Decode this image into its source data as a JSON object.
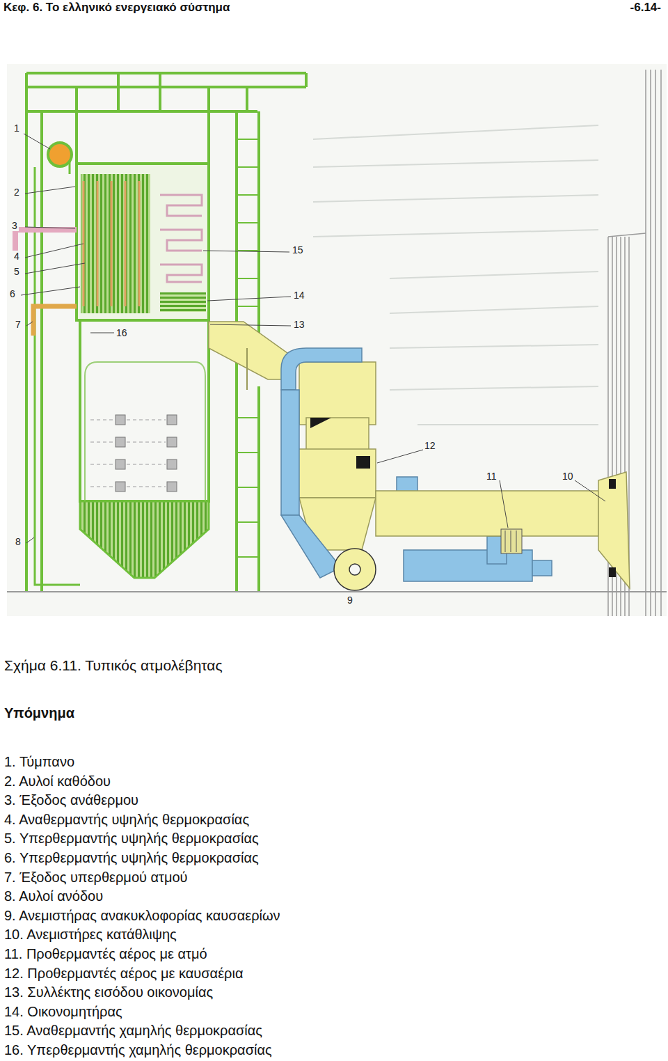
{
  "diagram": {
    "caption": "Σχήμα 6.11. Τυπικός ατμολέβητας",
    "labels": [
      "Κεφ. 6. Το ελληνικό ενεργειακό σύστημα",
      "-6.14-",
      "1",
      "2",
      "3",
      "4",
      "5",
      "6",
      "7",
      "8",
      "9",
      "10",
      "11",
      "12",
      "13",
      "14",
      "15",
      "16",
      "Υπόμνημα",
      "1. Τύμπανο",
      "2. Αυλοί καθόδου",
      "3. Έξοδος ανάθερμου",
      "4. Αναθερμαντής υψηλής θερμοκρασίας",
      "5. Υπερθερμαντής υψηλής θερμοκρασίας",
      "6. Υπερθερμαντής υψηλής θερμοκρασίας",
      "7. Έξοδος υπερθερμού ατμού",
      "8. Αυλοί ανόδου",
      "9. Ανεμιστήρας ανακυκλοφορίας καυσαερίων",
      "10. Ανεμιστήρες κατάθλιψης",
      "11. Προθερμαντές αέρος με ατμό",
      "12. Προθερμαντές αέρος με καυσαέρια",
      "13. Συλλέκτης εισόδου οικονομίας",
      "14. Οικονομητήρας",
      "15. Αναθερμαντής χαμηλής θερμοκρασίας",
      "16. Υπερθερμαντής χαμηλής θερμοκρασίας"
    ]
  }
}
